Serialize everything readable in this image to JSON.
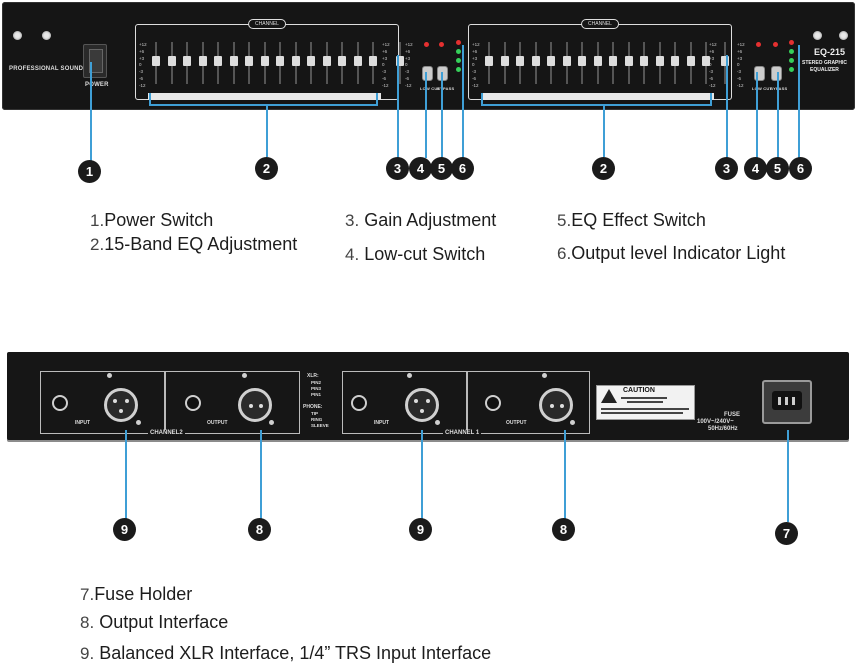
{
  "front_panel": {
    "brand_text": "PROFESSIONAL SOUND",
    "power_text": "POWER",
    "channel_badge": "CHANNEL",
    "model": "EQ-215",
    "model_sub_1": "STEREO GRAPHIC",
    "model_sub_2": "EQUALIZER",
    "scale_marks": "+12\n+6\n+3\n0\n-3\n-6\n-12",
    "lowcut_text": "LOW CUT",
    "bypass_text": "BYPASS"
  },
  "rear_panel": {
    "input_text": "INPUT",
    "output_text": "OUTPUT",
    "channel2_text": "CHANNEL2",
    "channel1_text": "CHANNEL 1",
    "xlr_title": "XLR:",
    "xlr_pins": [
      "PIN2",
      "PIN3",
      "PIN1"
    ],
    "phone_title": "PHONE:",
    "phone_parts": [
      "TIP",
      "RING",
      "SLEEVE"
    ],
    "caution_title": "CAUTION",
    "fuse_label": "FUSE",
    "voltage": "100V~/240V~",
    "frequency": "50Hz/60Hz"
  },
  "markers": [
    "1",
    "2",
    "3",
    "4",
    "5",
    "6",
    "2",
    "3",
    "4",
    "5",
    "6",
    "9",
    "8",
    "9",
    "8",
    "7"
  ],
  "labels": [
    {
      "num": "1.",
      "text": "Power Switch"
    },
    {
      "num": "2.",
      "text": "15-Band EQ Adjustment"
    },
    {
      "num": "3.",
      "text": "Gain Adjustment"
    },
    {
      "num": "4.",
      "text": "Low-cut Switch"
    },
    {
      "num": "5.",
      "text": "EQ Effect Switch"
    },
    {
      "num": "6.",
      "text": "Output level Indicator Light"
    },
    {
      "num": "7.",
      "text": "Fuse Holder"
    },
    {
      "num": "8.",
      "text": "Output Interface"
    },
    {
      "num": "9.",
      "text": "Balanced XLR Interface, 1/4” TRS Input Interface"
    }
  ],
  "colors": {
    "callout_line": "#3f9fd6",
    "marker_fill": "#1b1b1b",
    "panel": "#151515",
    "led_red": "#e53030",
    "led_green": "#36d05a"
  }
}
